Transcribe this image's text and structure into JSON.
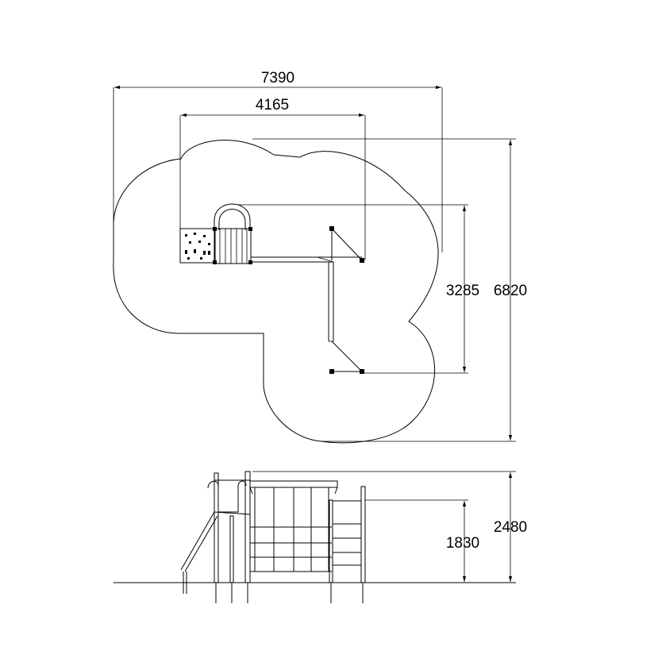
{
  "dimensions": {
    "width_total": "7390",
    "width_structure": "4165",
    "depth_structure": "3285",
    "depth_total": "6820",
    "height_platform": "1830",
    "height_total": "2480"
  }
}
